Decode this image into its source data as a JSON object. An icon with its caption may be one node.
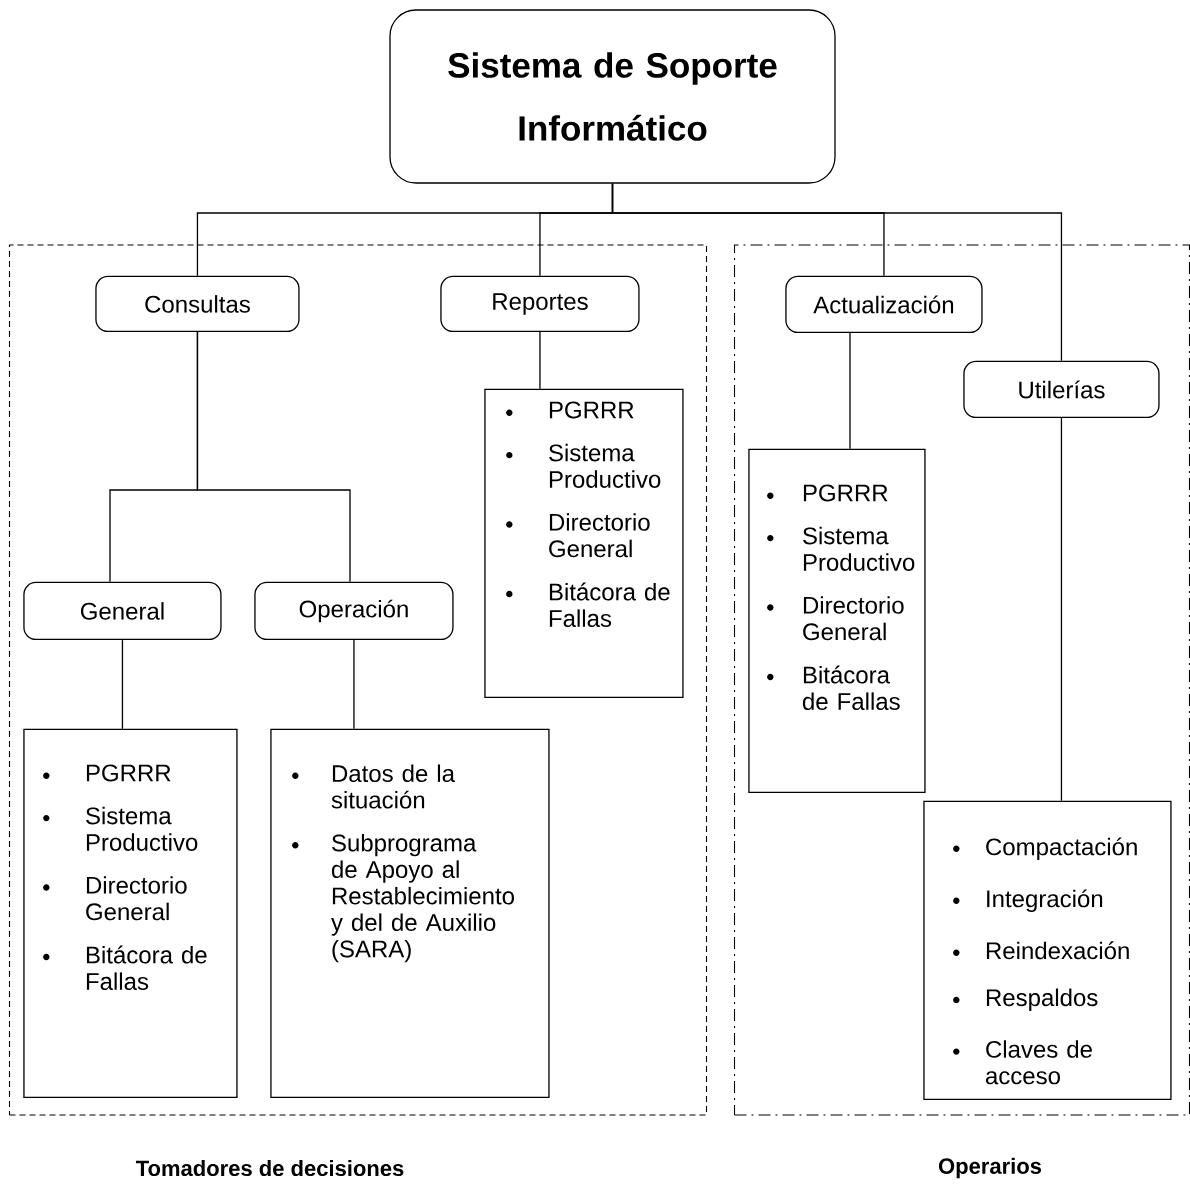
{
  "diagram": {
    "nodes": [
      {
        "text": [
          "Sistema de Soporte Informático"
        ]
      },
      {
        "text": [
          "Tomadores de decisiones"
        ]
      },
      {
        "text": [
          "Consultas"
        ],
        "in": 1
      },
      {
        "text": [
          "Reportes"
        ],
        "in": 1
      },
      {
        "text": [
          "General"
        ],
        "in": 1
      },
      {
        "text": [
          "Operación"
        ],
        "in": 1
      },
      {
        "text": [
          "PGRRR",
          "Sistema Productivo",
          "Directorio General",
          "Bitácora de Fallas"
        ],
        "in": 1
      },
      {
        "text": [
          "Datos de la situación",
          "Subprograma de Apoyo al Restablecimiento y del de Auxilio (SARA)"
        ],
        "in": 1
      },
      {
        "text": [
          "PGRRR",
          "Sistema Productivo",
          "Directorio General",
          "Bitácora de Fallas"
        ],
        "in": 1
      },
      {
        "text": [
          "Operarios"
        ]
      },
      {
        "text": [
          "Actualización"
        ],
        "in": 9
      },
      {
        "text": [
          "Utilerías"
        ],
        "in": 9
      },
      {
        "text": [
          "PGRRR",
          "Sistema Productivo",
          "Directorio General",
          "Bitácora de Fallas"
        ],
        "in": 9
      },
      {
        "text": [
          "Compactación",
          "Integración",
          "Reindexación",
          "Respaldos",
          "Claves de acceso"
        ],
        "in": 9
      }
    ],
    "edges": [
      {
        "from": 0,
        "to": 2,
        "arrow": "none"
      },
      {
        "from": 0,
        "to": 3,
        "arrow": "none"
      },
      {
        "from": 0,
        "to": 10,
        "arrow": "none"
      },
      {
        "from": 0,
        "to": 11,
        "arrow": "none"
      },
      {
        "from": 2,
        "to": 4,
        "arrow": "none"
      },
      {
        "from": 2,
        "to": 5,
        "arrow": "none"
      },
      {
        "from": 4,
        "to": 6,
        "arrow": "none"
      },
      {
        "from": 5,
        "to": 7,
        "arrow": "none"
      },
      {
        "from": 3,
        "to": 8,
        "arrow": "none"
      },
      {
        "from": 10,
        "to": 12,
        "arrow": "none"
      },
      {
        "from": 11,
        "to": 13,
        "arrow": "none"
      }
    ]
  }
}
